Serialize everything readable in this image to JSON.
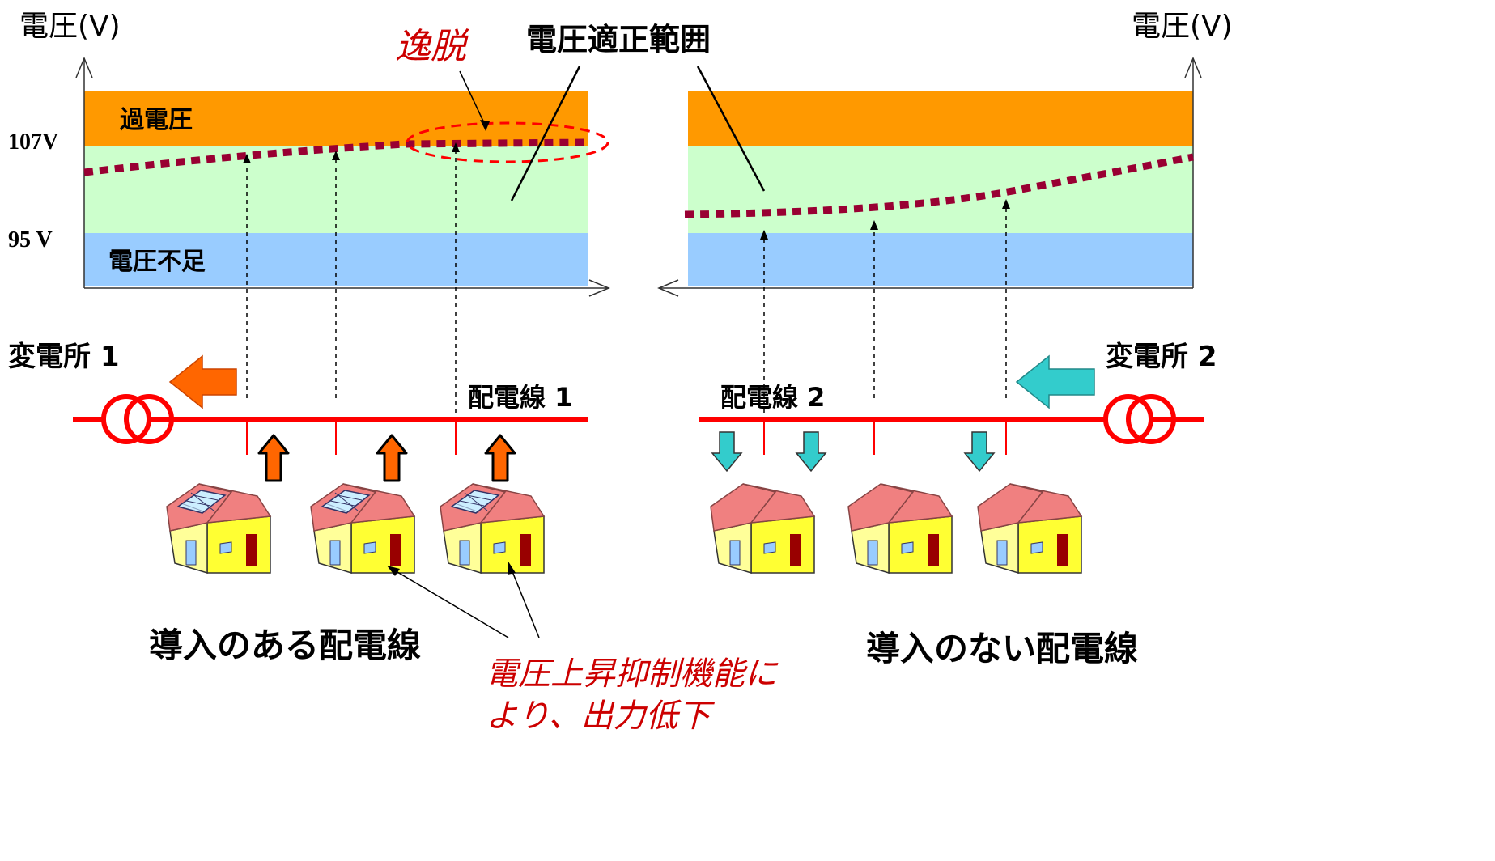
{
  "left_panel": {
    "y_axis_label": "電圧(V)",
    "tick_upper": "107V",
    "tick_lower": "95 V",
    "band_over": "過電圧",
    "band_under": "電圧不足",
    "deviation_label": "逸脱",
    "substation_label": "変電所 1",
    "line_label": "配電線 1",
    "caption": "導入のある配電線",
    "voltage_profile_level": "exceeds upper limit near line end",
    "houses_with_pv": 3
  },
  "right_panel": {
    "y_axis_label": "電圧(V)",
    "substation_label": "変電所 2",
    "line_label": "配電線 2",
    "caption": "導入のない配電線",
    "houses_without_pv": 3
  },
  "center": {
    "proper_range_label": "電圧適正範囲"
  },
  "note": {
    "line1": "電圧上昇抑制機能に",
    "line2": "より、出力低下"
  },
  "colors": {
    "over_voltage": "#FF9900",
    "proper_range": "#CCFFCC",
    "under_voltage": "#99CCFF",
    "voltage_curve": "#990033",
    "distribution_line": "#FF0000",
    "reverse_flow_arrow": "#FF6600",
    "forward_flow_arrow": "#33CCCC",
    "emphasis_text": "#CC0000"
  },
  "icons": [
    "transformer-icon",
    "house-with-solar-panel-icon",
    "house-icon",
    "up-arrow-icon",
    "down-arrow-icon"
  ]
}
